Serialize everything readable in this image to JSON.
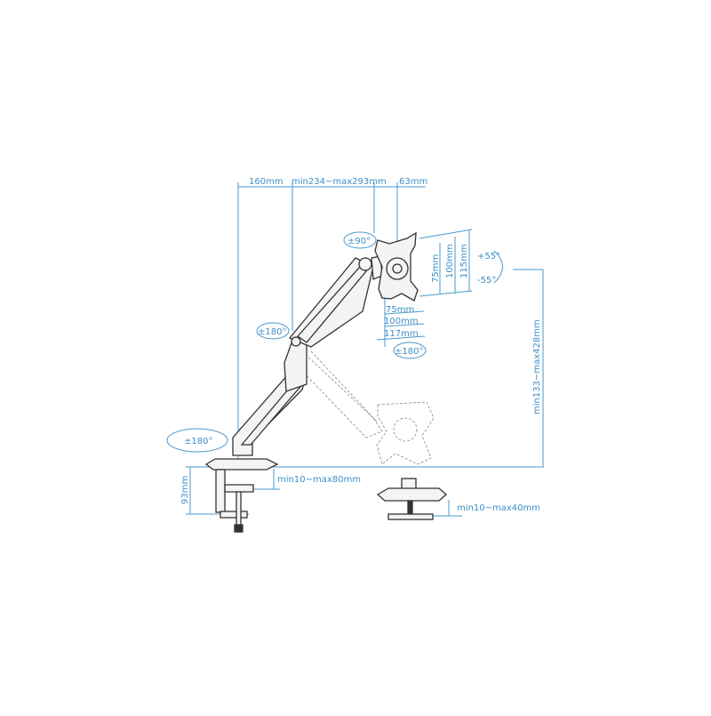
{
  "title": "Gas spring monitor arm dimension diagram",
  "accent_color": "#3d8fc6",
  "dimensions": {
    "arm_base_offset": "160mm",
    "arm_reach": "min234~max293mm",
    "head_depth": "63mm",
    "vesa_v_75": "75mm",
    "vesa_v_100": "100mm",
    "plate_height": "115mm",
    "vesa_h_75": "75mm",
    "vesa_h_100": "100mm",
    "plate_width": "117mm",
    "height_range": "min133~max428mm",
    "clamp_height": "93mm",
    "clamp_desk_thickness": "min10~max80mm",
    "grommet_desk_thickness": "min10~max40mm"
  },
  "rotations": {
    "head_rotation": "±90°",
    "tilt_up": "+55°",
    "tilt_down": "-55°",
    "elbow_swivel": "±180°",
    "head_swivel": "±180°",
    "base_swivel": "±180°"
  }
}
